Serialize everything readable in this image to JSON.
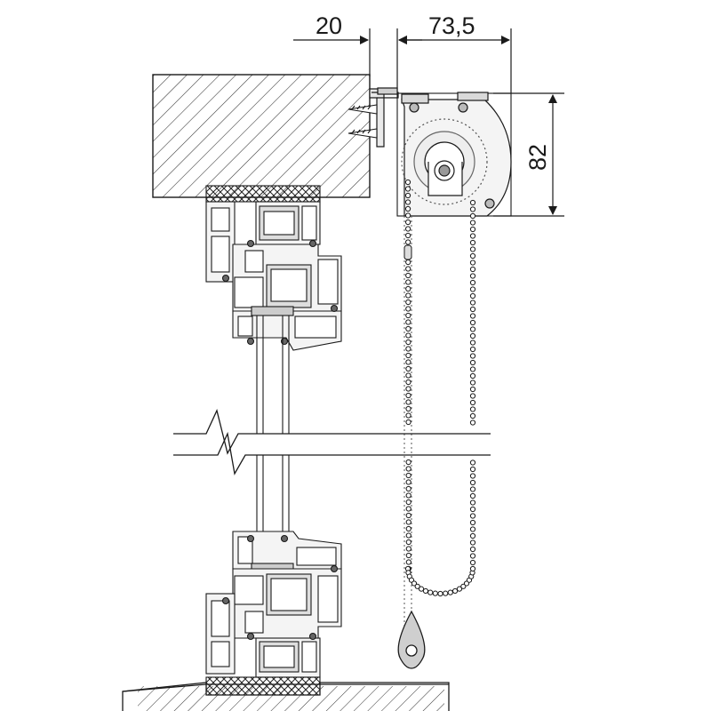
{
  "dimensions": {
    "bracket_offset": "20",
    "cassette_width": "73,5",
    "cassette_height": "82"
  },
  "colors": {
    "line": "#1a1a1a",
    "hatch": "#333333",
    "light_fill": "#f4f4f4",
    "grey_fill": "#d9d9d9",
    "dark_fill": "#9a9a9a"
  }
}
